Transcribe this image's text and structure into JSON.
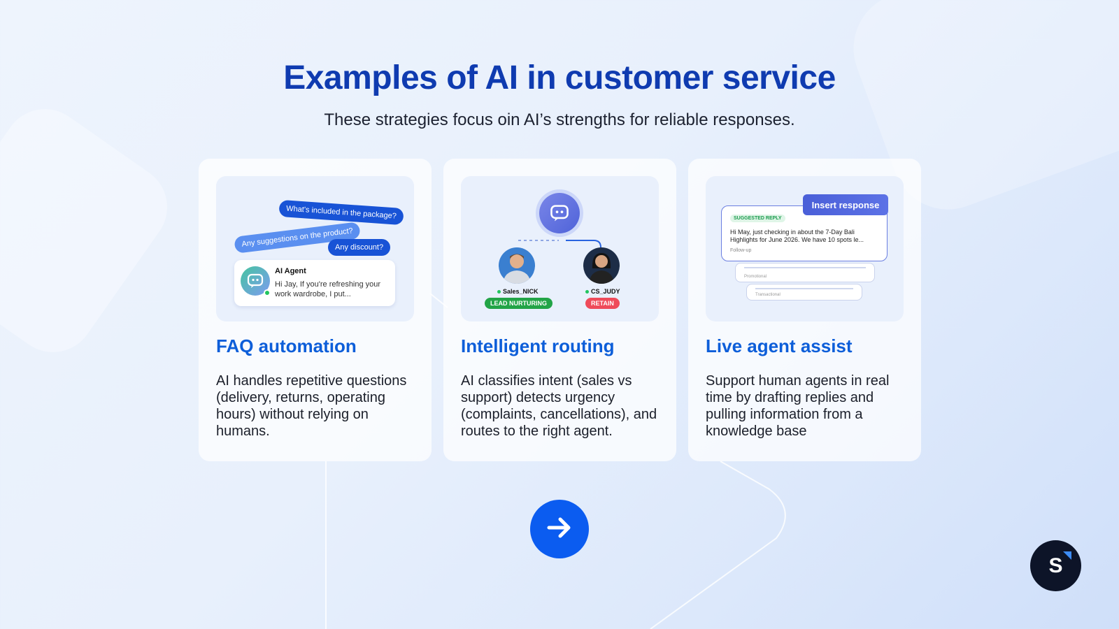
{
  "header": {
    "title": "Examples of AI in customer service",
    "subtitle": "These strategies focus oin AI’s strengths for reliable responses."
  },
  "cards": [
    {
      "title": "FAQ automation",
      "description": "AI handles repetitive questions (delivery, returns, operating hours) without relying on humans.",
      "illustration": {
        "bubbles": [
          "What's included in the package?",
          "Any suggestions on the product?",
          "Any discount?"
        ],
        "agent_name": "AI Agent",
        "agent_message": "Hi Jay, If you're refreshing your work wardrobe, I put..."
      }
    },
    {
      "title": "Intelligent routing",
      "description": "AI classifies intent (sales vs support) detects urgency (complaints, cancellations), and routes to the right agent.",
      "illustration": {
        "agents": [
          {
            "name": "Sales_NICK",
            "tag": "LEAD NURTURING",
            "tag_color": "#22a447"
          },
          {
            "name": "CS_JUDY",
            "tag": "RETAIN",
            "tag_color": "#ef4b5a"
          }
        ]
      }
    },
    {
      "title": "Live agent assist",
      "description": "Support human agents in real time by drafting replies and pulling information from a knowledge base",
      "illustration": {
        "insert_label": "Insert response",
        "suggested_tag": "SUGGESTED REPLY",
        "reply_text": "Hi May, just checking in about the 7-Day Bali Highlights for June 2026. We have 10 spots le...",
        "reply_footer": "Follow-up",
        "stack_labels": [
          "Promotional",
          "Transactional"
        ]
      }
    }
  ],
  "navigation": {
    "next_icon": "arrow-right-icon"
  },
  "brand": {
    "logo_letter": "S",
    "accent": "#0b5cf0",
    "title_color": "#0f3bb0",
    "card_title_color": "#0d5ed9"
  }
}
